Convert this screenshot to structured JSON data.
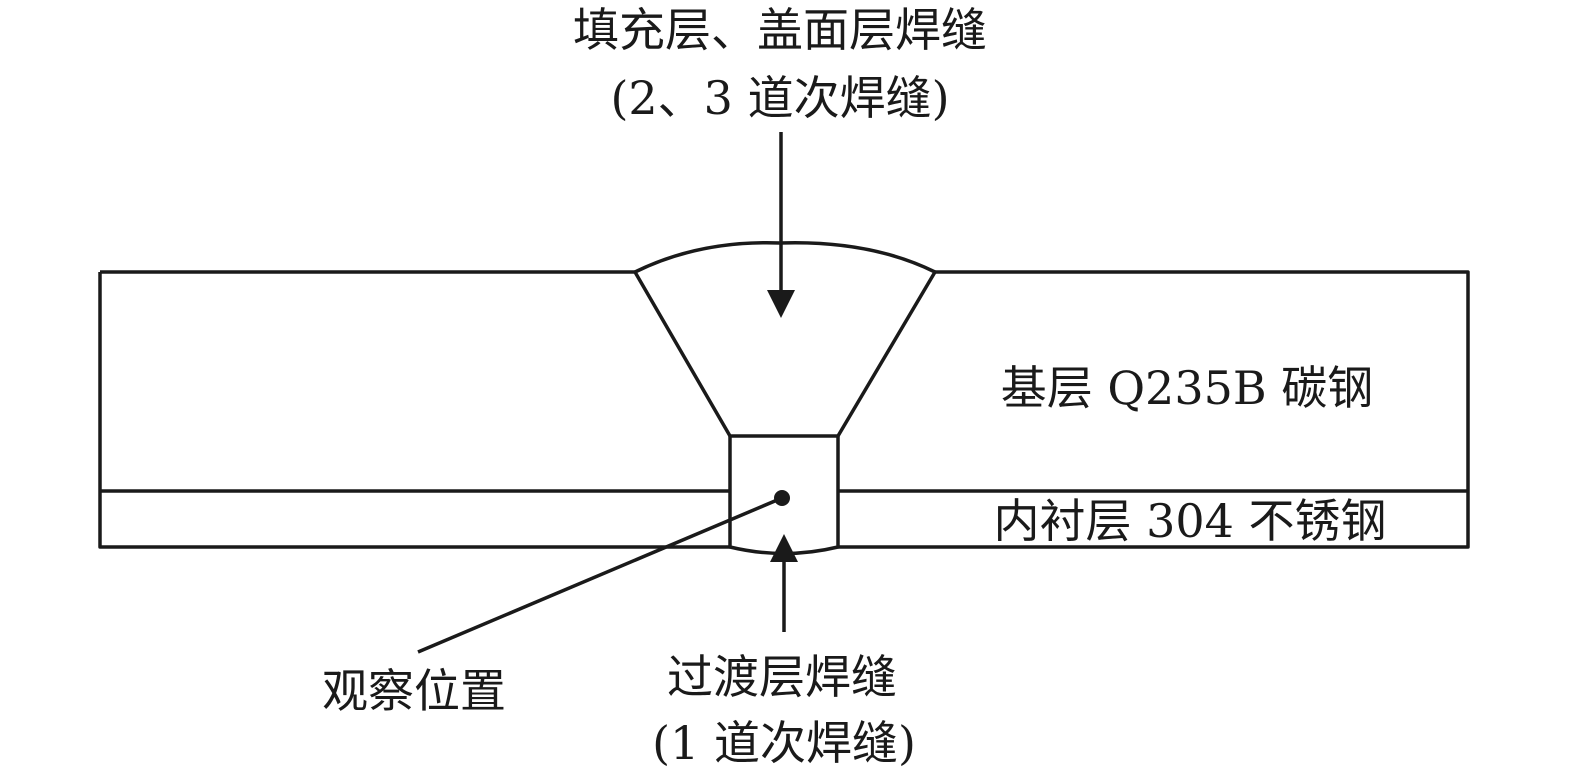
{
  "labels": {
    "fill_cap_line1": "填充层、盖面层焊缝",
    "fill_cap_line2": "(2、3 道次焊缝)",
    "base_layer": "基层 Q235B 碳钢",
    "liner_layer": "内衬层 304 不锈钢",
    "observe_position": "观察位置",
    "transition_line1": "过渡层焊缝",
    "transition_line2": "(1 道次焊缝)"
  },
  "colors": {
    "line": "#1a1a1a",
    "background": "#ffffff"
  }
}
